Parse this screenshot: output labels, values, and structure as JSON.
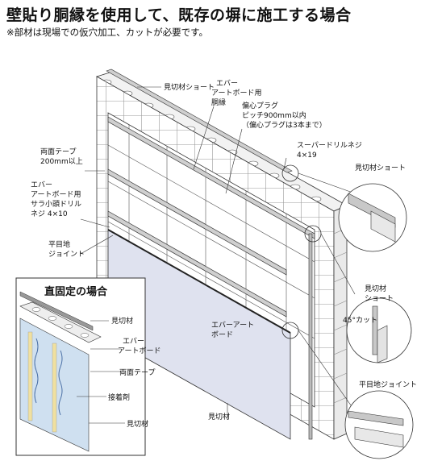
{
  "header": {
    "title": "壁貼り胴縁を使用して、既存の塀に施工する場合",
    "subtitle": "※部材は現場での仮穴加工、カットが必要です。"
  },
  "labels": {
    "mikiri_short_top": "見切材ショート",
    "ever_board_dobuchi_1": "エバー",
    "ever_board_dobuchi_2": "アートボード用",
    "ever_board_dobuchi_3": "胴縁",
    "shinplug_1": "偏心プラグ",
    "shinplug_2": "ピッチ900mm以内",
    "shinplug_3": "（偏心プラグは3本まで）",
    "super_drill_1": "スーパードリルネジ",
    "super_drill_2": "4×19",
    "ryomen_tape_1": "両面テープ",
    "ryomen_tape_2": "200mm以上",
    "sara_drill_1": "エバー",
    "sara_drill_2": "アートボード用",
    "sara_drill_3": "サラ小頭ドリル",
    "sara_drill_4": "ネジ 4×10",
    "heimoku_joint_1": "平目地",
    "heimoku_joint_2": "ジョイント",
    "ever_art_board_1": "エバーアート",
    "ever_art_board_2": "ボード",
    "mikiri_bottom": "見切材",
    "detail_mikiri_short": "見切材ショート",
    "detail_mikiri_short2_1": "見切材",
    "detail_mikiri_short2_2": "ショート",
    "detail_45cut": "45°カット",
    "detail_heimoku": "平目地ジョイント"
  },
  "inset": {
    "title": "直固定の場合",
    "mikiri_top": "見切材",
    "ever_board_1": "エバー",
    "ever_board_2": "アートボード",
    "ryomen_tape": "両面テープ",
    "setchakuzai": "接着剤",
    "mikiri_bottom": "見切材"
  }
}
